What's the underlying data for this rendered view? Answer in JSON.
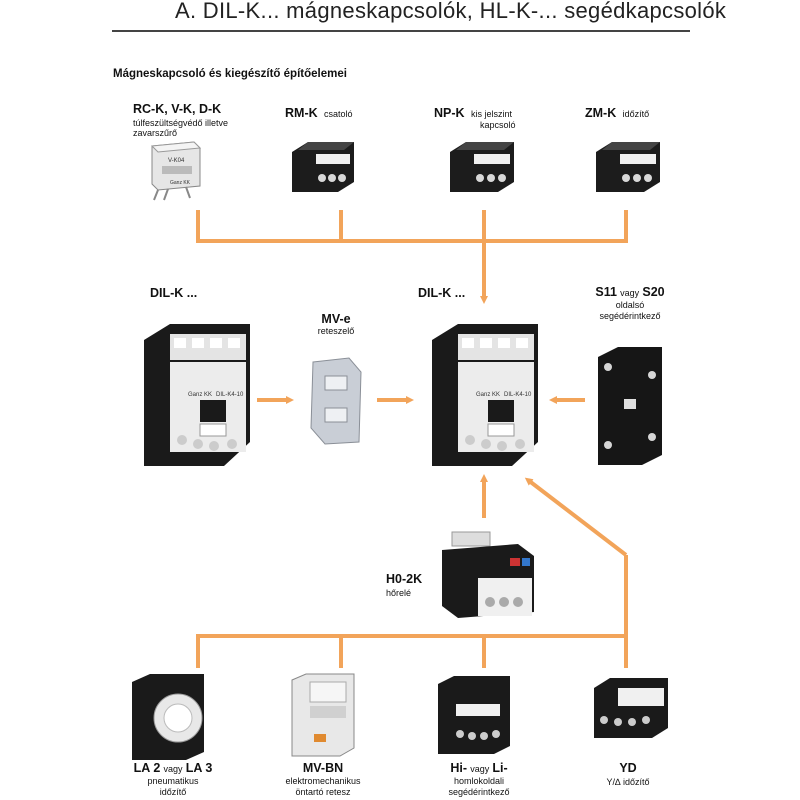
{
  "header": {
    "title": "A.   DIL-K...  mágneskapcsolók,  HL-K-...  segédkapcsolók"
  },
  "subtitle": "Mágneskapcsoló és kiegészítő építőelemei",
  "colors": {
    "arrow": "#f2a45a",
    "device_body": "#e9e9e9",
    "device_dark": "#1a1a1a"
  },
  "top_row": [
    {
      "code": "RC-K, V-K, D-K",
      "desc_line1": "túlfeszültségvédő illetve",
      "desc_line2": "zavarszűrő",
      "icon": "suppressor-module-icon"
    },
    {
      "code": "RM-K",
      "desc": "csatoló",
      "icon": "coupler-module-icon"
    },
    {
      "code": "NP-K",
      "desc_line1": "kis jelszint",
      "desc_line2": "kapcsoló",
      "icon": "low-signal-switch-icon"
    },
    {
      "code": "ZM-K",
      "desc": "időzítő",
      "icon": "timer-module-icon"
    }
  ],
  "middle_row": {
    "left_contactor": {
      "label": "DIL-K ...",
      "brand": "Ganz KK",
      "model": "DIL-K4-10"
    },
    "interlock": {
      "code": "MV-e",
      "desc": "reteszelő"
    },
    "center_contactor": {
      "label": "DIL-K ...",
      "brand": "Ganz KK",
      "model": "DIL-K4-10"
    },
    "side_contact": {
      "code1": "S11",
      "word": "vagy",
      "code2": "S20",
      "desc_line1": "oldalsó",
      "desc_line2": "segédérintkező"
    }
  },
  "relay": {
    "code": "H0-2K",
    "desc": "hőrelé"
  },
  "bottom_row": [
    {
      "code1": "LA 2",
      "word": "vagy",
      "code2": "LA 3",
      "desc_line1": "pneumatikus",
      "desc_line2": "időzítő"
    },
    {
      "code": "MV-BN",
      "desc_line1": "elektromechanikus",
      "desc_line2": "öntartó retesz"
    },
    {
      "code1": "Hi-",
      "word": "vagy",
      "code2": "Li-",
      "desc_line1": "homlokoldali",
      "desc_line2": "segédérintkező"
    },
    {
      "code": "YD",
      "desc": "Y/∆ időzítő"
    }
  ]
}
